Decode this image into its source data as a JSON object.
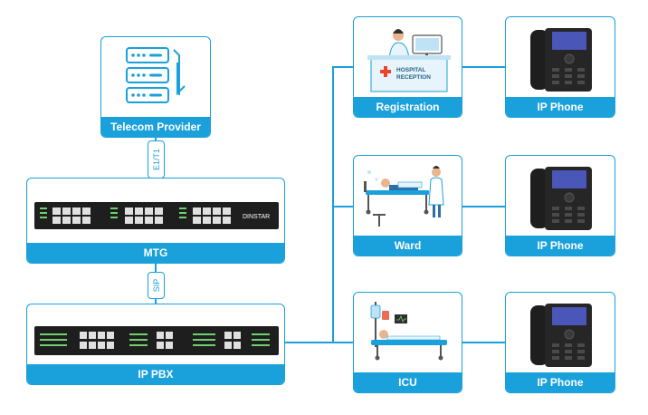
{
  "nodes": {
    "telecom": "Telecom Provider",
    "mtg": "MTG",
    "ippbx": "IP PBX",
    "registration": "Registration",
    "ward": "Ward",
    "icu": "ICU",
    "phone1": "IP Phone",
    "phone2": "IP Phone",
    "phone3": "IP Phone"
  },
  "links": {
    "telecom_mtg": "E1/T1",
    "mtg_pbx": "SIP"
  },
  "device": {
    "brand": "DINSTAR"
  },
  "reception_sign": [
    "HOSPITAL",
    "RECEPTION"
  ],
  "colors": {
    "accent": "#1aa0db",
    "device": "#1e1e1e",
    "cross": "#e8452c"
  }
}
